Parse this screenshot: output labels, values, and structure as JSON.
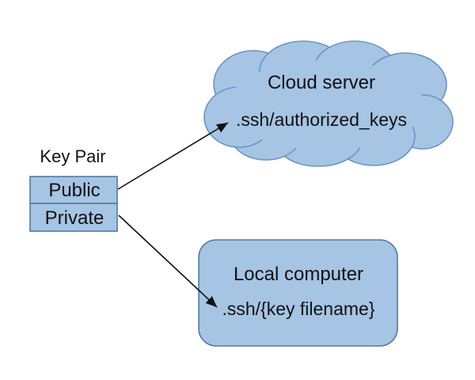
{
  "key_pair": {
    "label": "Key Pair",
    "rows": [
      {
        "label": "Public"
      },
      {
        "label": "Private"
      }
    ]
  },
  "cloud_server": {
    "title": "Cloud server",
    "path": ".ssh/authorized_keys"
  },
  "local_computer": {
    "title": "Local computer",
    "path": ".ssh/{key filename}"
  },
  "colors": {
    "node_fill": "#a6c4e4",
    "node_stroke": "#6b94c4",
    "box_stroke": "#55799f",
    "arrow": "#111111",
    "text": "#111111",
    "background": "#ffffff"
  }
}
